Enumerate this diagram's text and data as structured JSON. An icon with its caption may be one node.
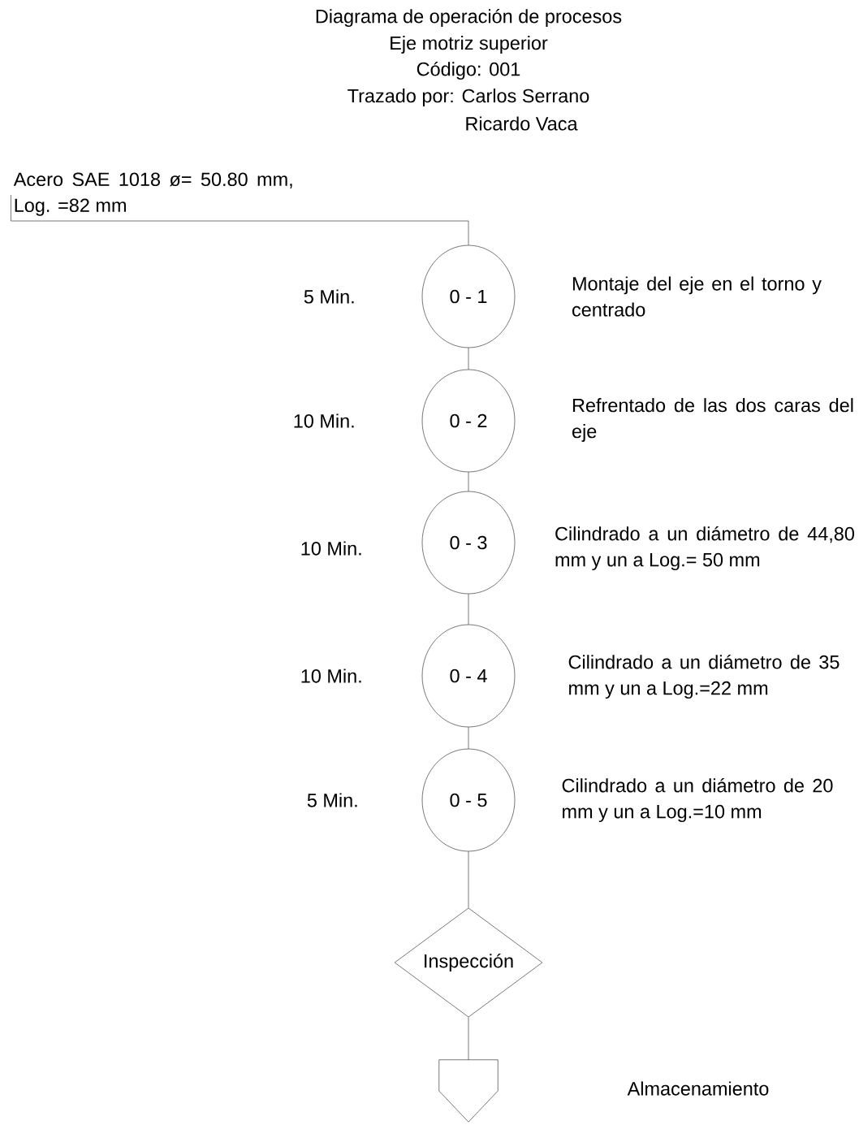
{
  "diagram": {
    "title": "Diagrama de operación de procesos",
    "nodes": [
      {
        "text": [
          "Acero SAE 1018 ø= 50.80 mm, Log. =82 mm"
        ]
      },
      {
        "text": [
          "0 - 1"
        ],
        "beside": [
          "5 Min.",
          "Montaje del eje en el torno y centrado"
        ]
      },
      {
        "text": [
          "0 - 2"
        ],
        "beside": [
          "10 Min.",
          "Refrentado de las dos caras del eje"
        ]
      },
      {
        "text": [
          "0 - 3"
        ],
        "beside": [
          "10 Min.",
          "Cilindrado a un diámetro de 44,80 mm y un a Log.= 50 mm"
        ]
      },
      {
        "text": [
          "0 - 4"
        ],
        "beside": [
          "10 Min.",
          "Cilindrado a un diámetro de 35 mm y un a Log.=22 mm"
        ]
      },
      {
        "text": [
          "0 - 5"
        ],
        "beside": [
          "5 Min.",
          "Cilindrado a un diámetro de 20 mm y un a Log.=10 mm"
        ]
      },
      {
        "text": [
          "Inspección"
        ]
      },
      {
        "text": [],
        "shape": "pentagon"
      }
    ],
    "edges": [
      {
        "from": 0,
        "to": 1,
        "arrow": "none"
      },
      {
        "from": 1,
        "to": 2,
        "arrow": "none"
      },
      {
        "from": 2,
        "to": 3,
        "arrow": "none"
      },
      {
        "from": 3,
        "to": 4,
        "arrow": "none"
      },
      {
        "from": 4,
        "to": 5,
        "arrow": "none"
      },
      {
        "from": 5,
        "to": 6,
        "arrow": "none"
      },
      {
        "from": 6,
        "to": 7,
        "arrow": "none"
      }
    ],
    "labels": [
      "Eje motriz superior",
      "Código: 001",
      "Trazado por: Carlos Serrano",
      "Ricardo Vaca",
      "Almacenamiento"
    ]
  }
}
